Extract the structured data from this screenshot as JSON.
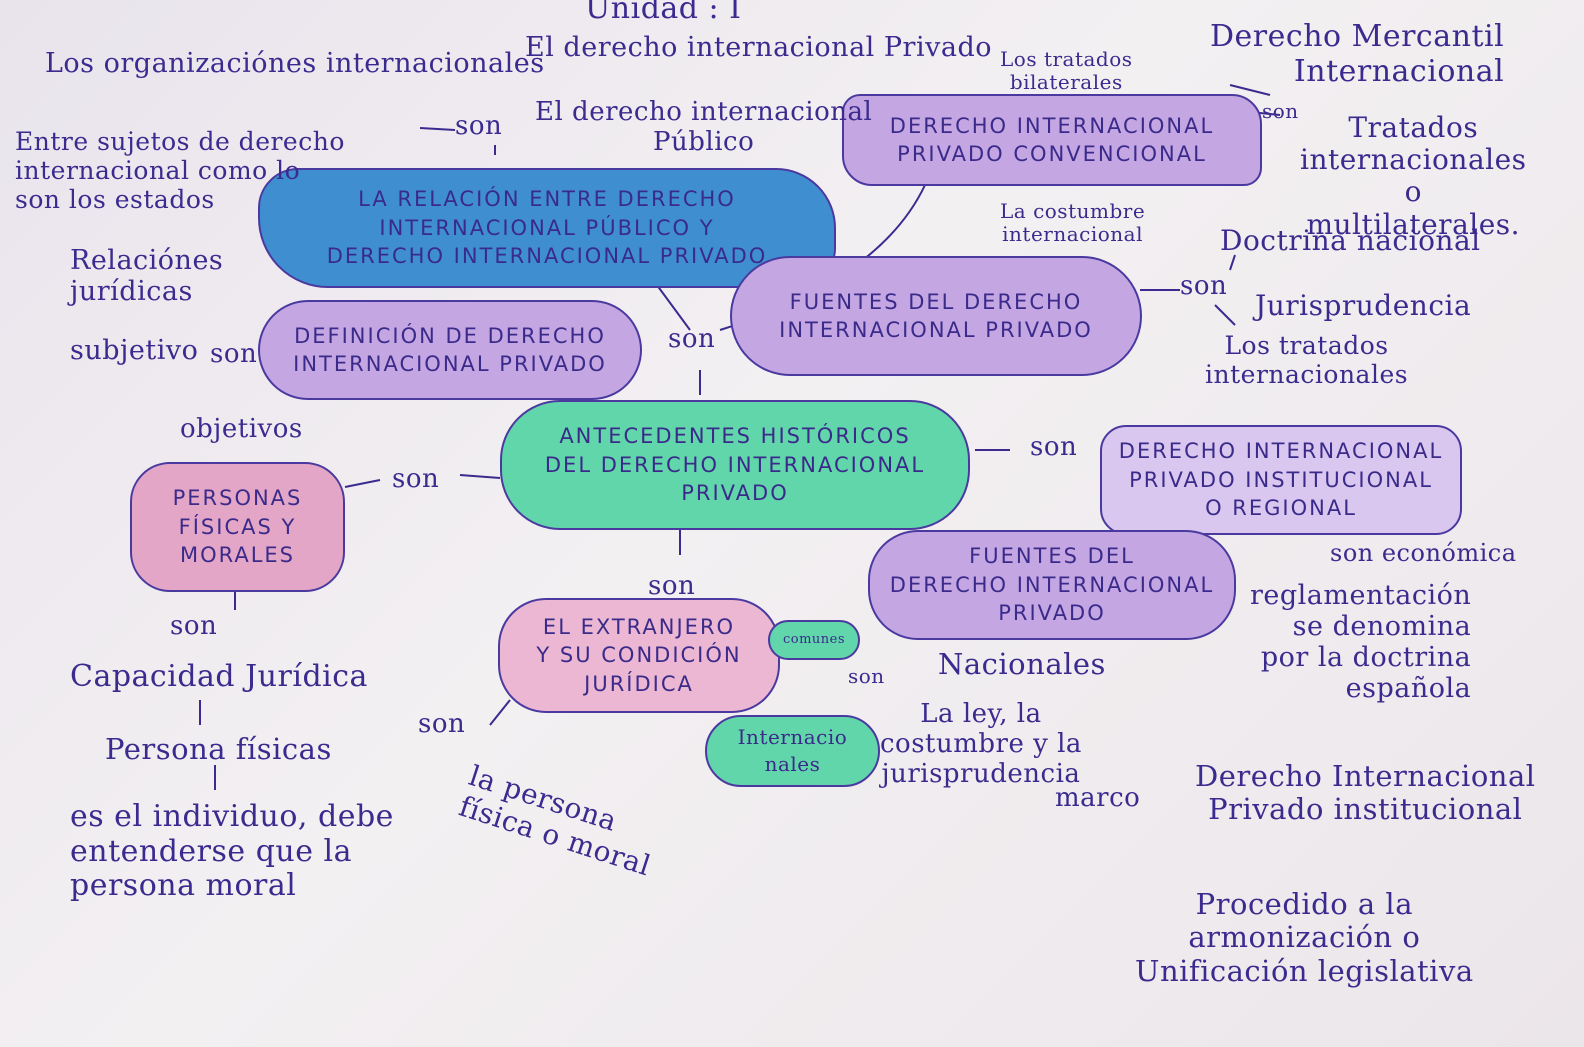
{
  "header": {
    "title": "Unidad : I"
  },
  "nodes": {
    "relacion": "LA RELACIÓN ENTRE DERECHO\nINTERNACIONAL PÚBLICO Y\nDERECHO INTERNACIONAL PRIVADO",
    "dip_convencional": "DERECHO INTERNACIONAL\nPRIVADO CONVENCIONAL",
    "fuentes_top": "FUENTES DEL DERECHO\nINTERNACIONAL PRIVADO",
    "definicion": "DEFINICIÓN DE DERECHO\nINTERNACIONAL PRIVADO",
    "antecedentes": "ANTECEDENTES HISTÓRICOS\nDEL DERECHO INTERNACIONAL\nPRIVADO",
    "personas": "PERSONAS\nFÍSICAS Y\nMORALES",
    "dip_institucional": "DERECHO INTERNACIONAL\nPRIVADO INSTITUCIONAL\nO REGIONAL",
    "fuentes_bottom": "FUENTES DEL\nDERECHO INTERNACIONAL\nPRIVADO",
    "extranjero": "EL EXTRANJERO\nY SU CONDICIÓN\nJURÍDICA",
    "internacionales": "Internacio\nnales",
    "comunes": "comunes"
  },
  "labels": {
    "organizaciones": "Los organizaciónes internacionales",
    "dip_privado_top": "El derecho internacional Privado",
    "son_1": "son",
    "dip_publico": "El derecho internacional\nPúblico",
    "sujetos": "Entre sujetos de derecho\ninternacional como lo\nson los estados",
    "tratados_bilaterales": "Los tratados\nbilaterales",
    "mercantil": "Derecho Mercantil\nInternacional",
    "son_2": "son",
    "tratados_multi": "Tratados\ninternacionales\no\nmultilaterales.",
    "costumbre": "La costumbre\ninternacional",
    "doctrina": "Doctrina nacional",
    "son_3": "son",
    "jurisprudencia": "Jurisprudencia",
    "tratados_int": "Los tratados\ninternacionales",
    "relaciones": "Relaciónes\njurídicas",
    "son_4": "son",
    "sujetivo": "subjetivo",
    "objetivos": "objetivos",
    "son_5": "son",
    "son_6": "son",
    "son_7": "son",
    "son_8": "son",
    "capacidad": "Capacidad Jurídica",
    "persona_fisicas": "Persona físicas",
    "individuo": "es el individuo, debe\nentenderse que la\npersona moral",
    "son_9": "son",
    "son_10": "son",
    "persona_fisica_moral": "la persona\nfísica o moral",
    "son_11": "son",
    "nacionales": "Nacionales",
    "ley": "La ley, la\ncostumbre y la\njurisprudencia",
    "marco": "marco",
    "son_economica": "son económica",
    "reglamentacion": "reglamentación\nse denomina\npor la doctrina\nespañola",
    "dip_institucional_text": "Derecho Internacional\nPrivado institucional",
    "procedido": "Procedido a la\narmonización o\nUnificación legislativa"
  }
}
